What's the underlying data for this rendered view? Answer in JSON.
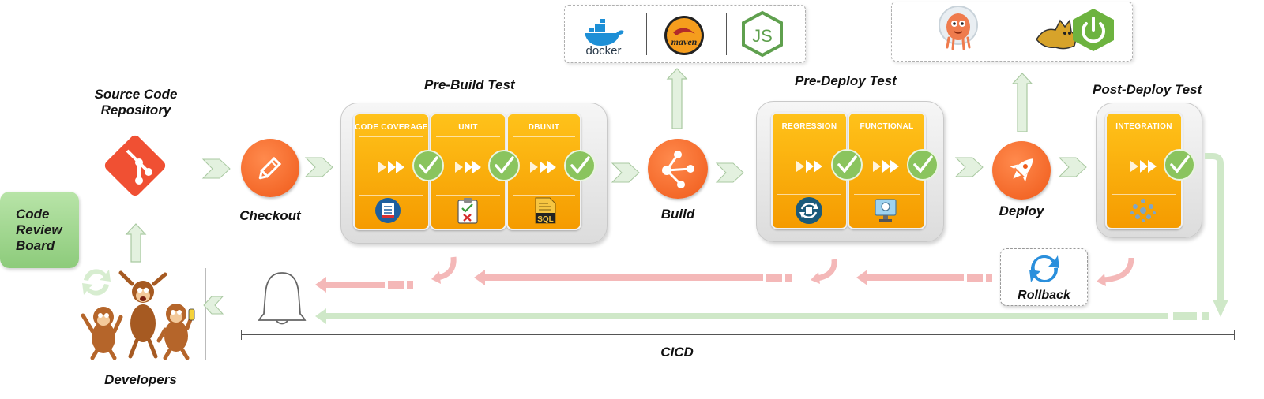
{
  "labels": {
    "source_code_repository": "Source Code\nRepository",
    "code_review_board": "Code\nReview\nBoard",
    "developers": "Developers",
    "checkout": "Checkout",
    "pre_build_test": "Pre-Build  Test",
    "build": "Build",
    "pre_deploy_test": "Pre-Deploy  Test",
    "deploy": "Deploy",
    "post_deploy_test": "Post-Deploy Test",
    "rollback": "Rollback",
    "cicd": "CICD"
  },
  "pre_build_columns": [
    {
      "header": "CODE COVERAGE",
      "icon": "code-coverage-icon"
    },
    {
      "header": "UNIT",
      "icon": "unit-test-clipboard-icon"
    },
    {
      "header": "DBUNIT",
      "icon": "sql-file-icon"
    }
  ],
  "pre_deploy_columns": [
    {
      "header": "REGRESSION",
      "icon": "regression-cycle-icon"
    },
    {
      "header": "FUNCTIONAL",
      "icon": "functional-test-icon"
    }
  ],
  "post_deploy_columns": [
    {
      "header": "INTEGRATION",
      "icon": "integration-network-icon"
    }
  ],
  "build_tools": {
    "docker_text": "docker",
    "maven_text": "maven",
    "node_text": "JS"
  },
  "colors": {
    "orange_circle": "#ef5a1a",
    "test_column": "#f9a800",
    "check_green": "#8ac45e",
    "feedback_red": "#f4b8b8",
    "success_green": "#cfe8c8",
    "review_board": "#9fd490",
    "git_red": "#f05033"
  }
}
